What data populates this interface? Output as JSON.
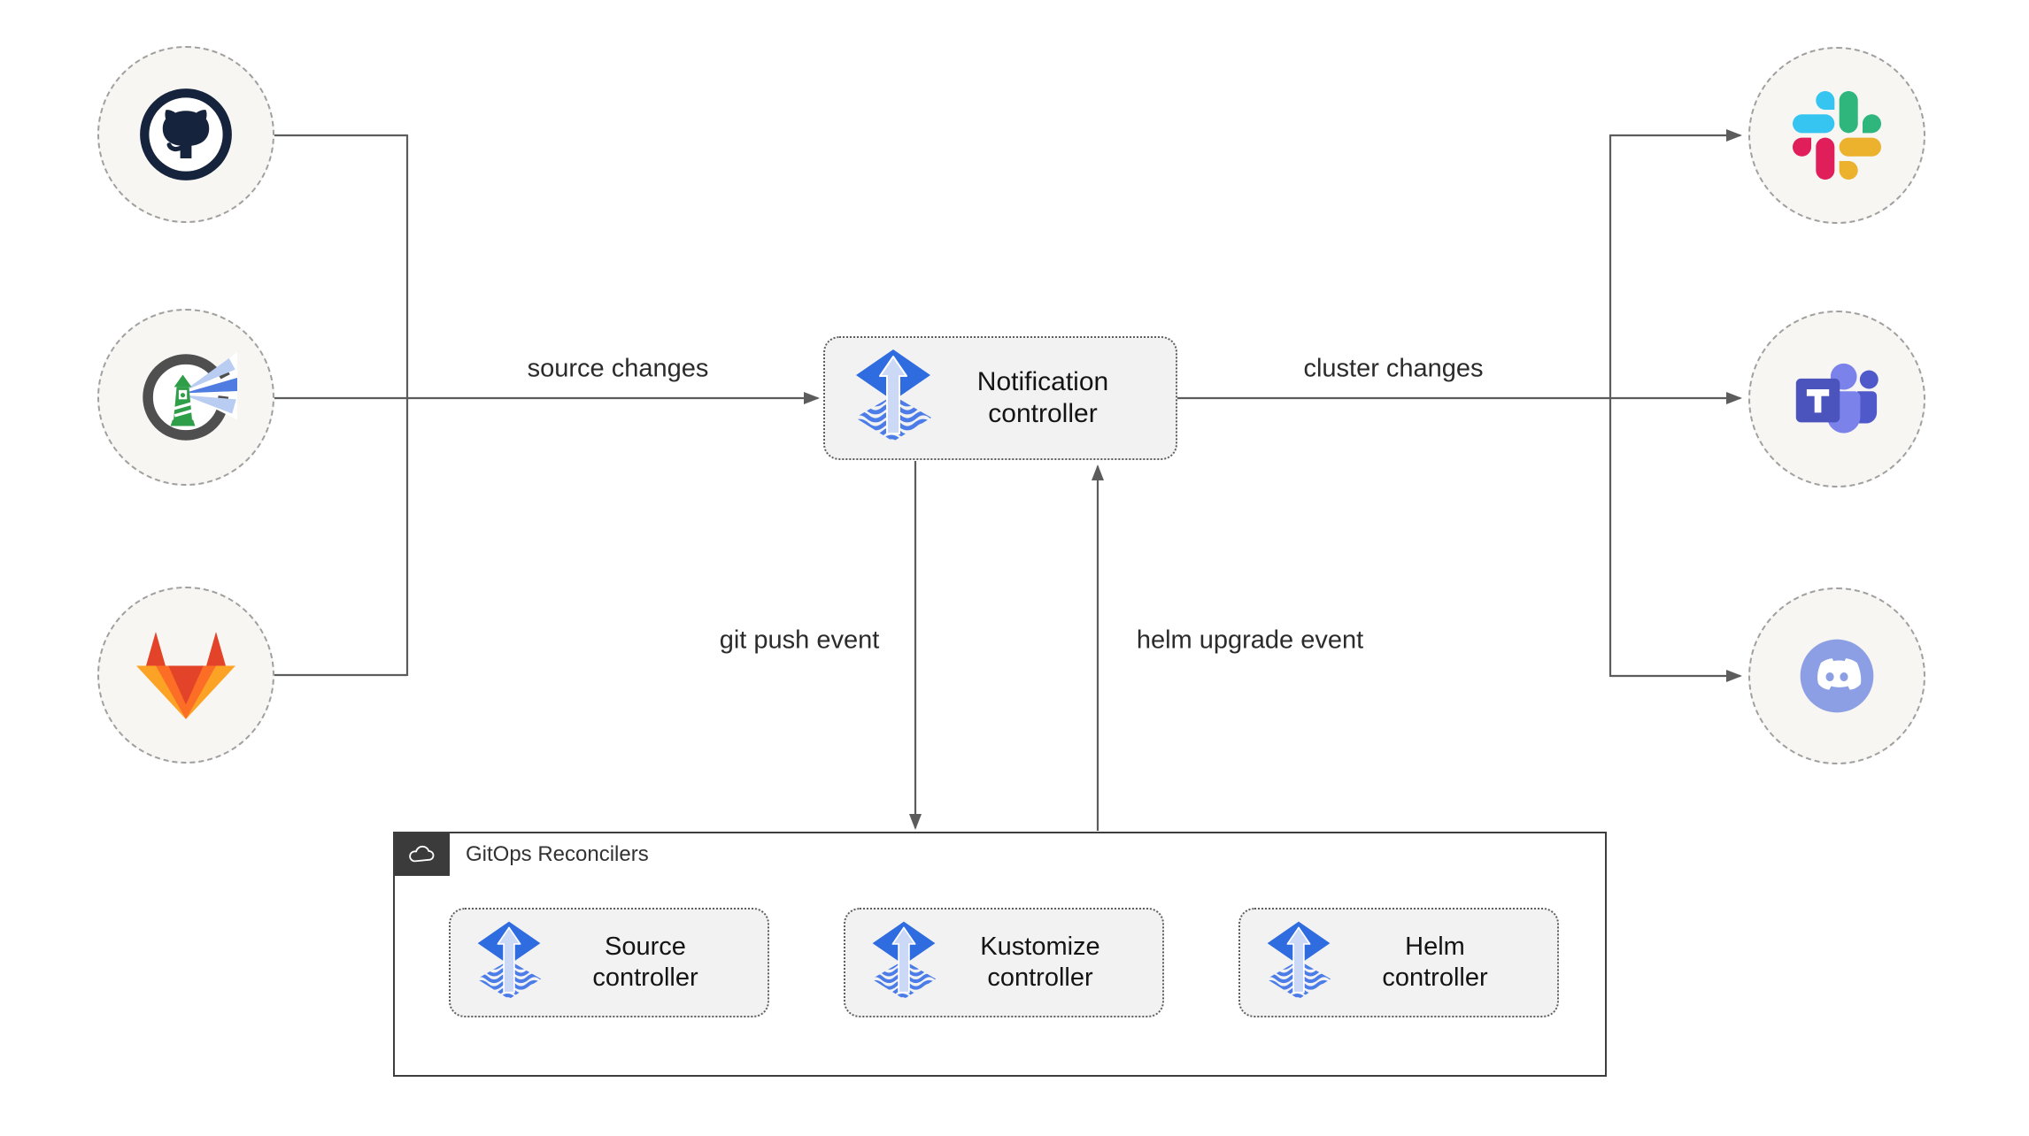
{
  "nodes": {
    "sources": [
      {
        "icon": "github-icon"
      },
      {
        "icon": "harbor-icon"
      },
      {
        "icon": "gitlab-icon"
      }
    ],
    "notification": {
      "icon": "flux-icon",
      "line1": "Notification",
      "line2": "controller"
    },
    "targets": [
      {
        "icon": "slack-icon"
      },
      {
        "icon": "microsoft-teams-icon"
      },
      {
        "icon": "discord-icon"
      }
    ],
    "reconcilers": {
      "icon": "cloud-icon",
      "title": "GitOps Reconcilers",
      "items": [
        {
          "icon": "flux-icon",
          "line1": "Source",
          "line2": "controller"
        },
        {
          "icon": "flux-icon",
          "line1": "Kustomize",
          "line2": "controller"
        },
        {
          "icon": "flux-icon",
          "line1": "Helm",
          "line2": "controller"
        }
      ]
    }
  },
  "edge_labels": {
    "source_changes": "source changes",
    "cluster_changes": "cluster changes",
    "git_push": "git push event",
    "helm_upgrade": "helm upgrade event"
  },
  "colors": {
    "edge": "#5c5c5c",
    "node_fill": "#f2f2f2",
    "node_border": "#5e5e5e",
    "circle_fill": "#f7f6f3",
    "circle_border": "#a0a0a0",
    "gitops_border": "#3d3d3d",
    "badge_bg": "#3b3b3b",
    "flux_blue": "#2f6ce0",
    "flux_wave_blue": "#4b7ce8",
    "github_dark": "#15233c",
    "gitlab_red": "#e24329",
    "gitlab_orange": "#fc6d26",
    "gitlab_yellow": "#fca326",
    "slack_blue": "#36c5f0",
    "slack_green": "#2eb67d",
    "slack_red": "#e01e5a",
    "slack_yellow": "#ecb22e",
    "teams_purple": "#4b53bc",
    "discord_blurple": "#8c9fe4",
    "harbor_green": "#2f9e48"
  }
}
